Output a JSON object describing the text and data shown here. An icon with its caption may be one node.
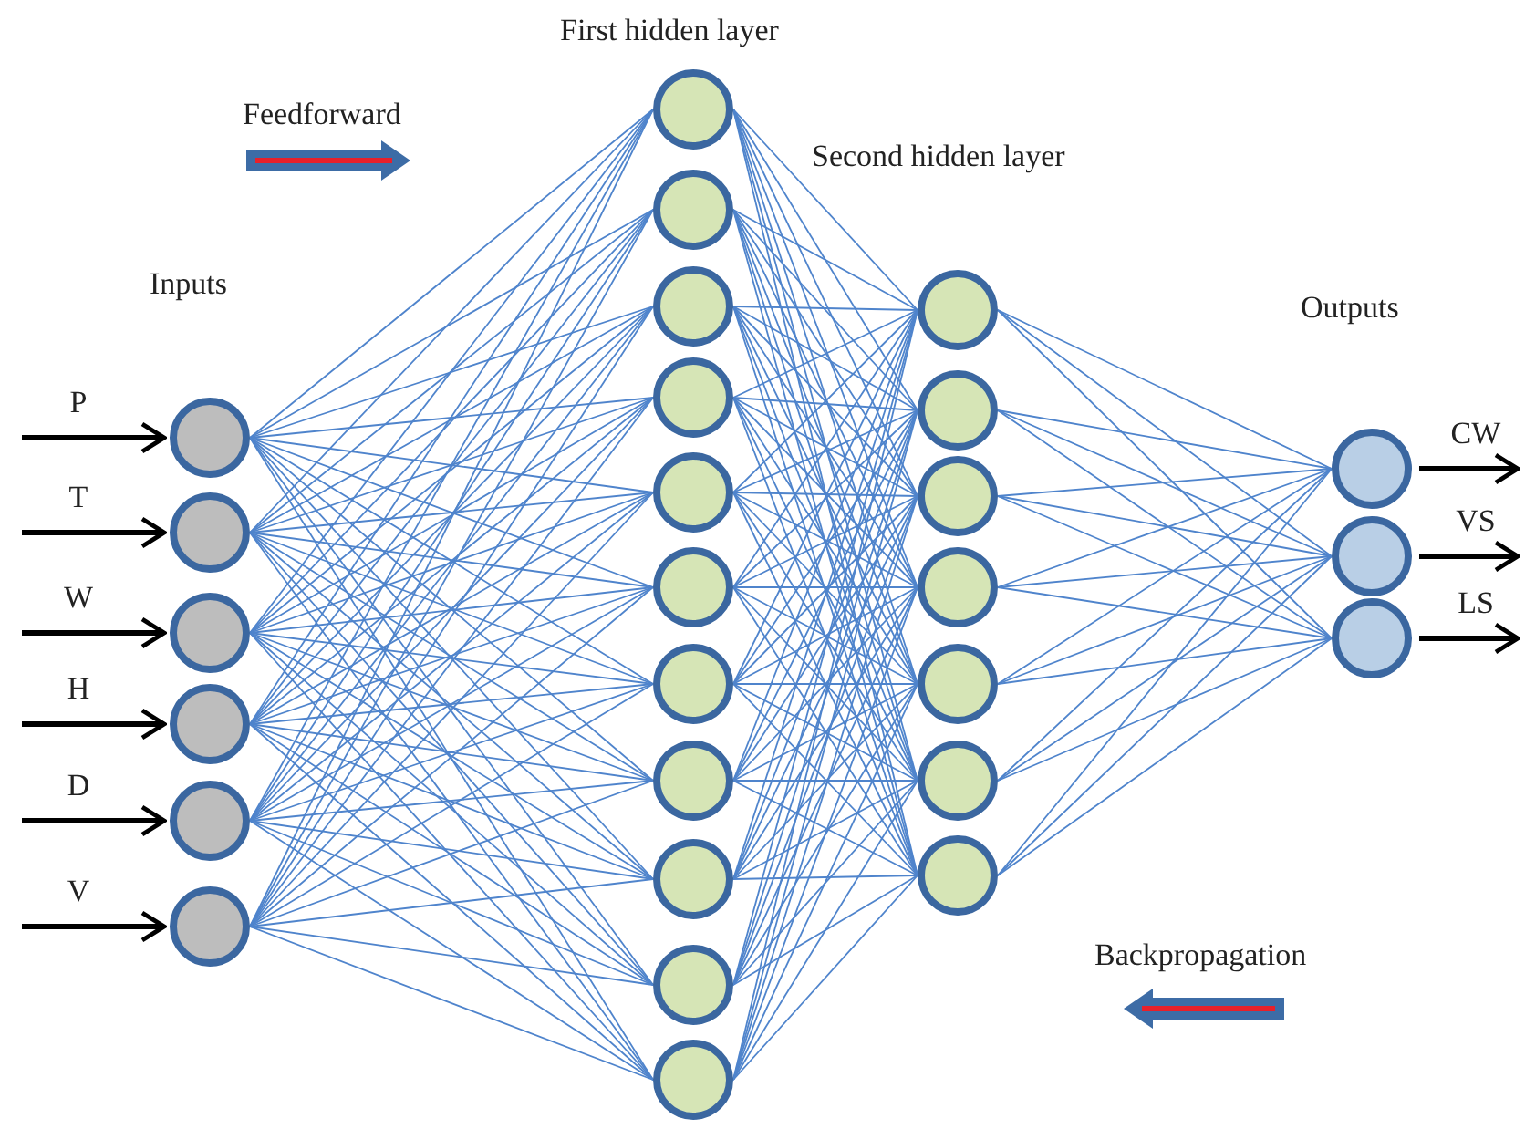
{
  "diagram": {
    "nodes": [
      {
        "text": [],
        "shape": "circle"
      },
      {
        "text": [],
        "shape": "circle"
      },
      {
        "text": [],
        "shape": "circle"
      },
      {
        "text": [],
        "shape": "circle"
      },
      {
        "text": [],
        "shape": "circle"
      },
      {
        "text": [],
        "shape": "circle"
      },
      {
        "text": [],
        "shape": "circle"
      },
      {
        "text": [],
        "shape": "circle"
      },
      {
        "text": [],
        "shape": "circle"
      },
      {
        "text": [],
        "shape": "circle"
      },
      {
        "text": [],
        "shape": "circle"
      },
      {
        "text": [],
        "shape": "circle"
      },
      {
        "text": [],
        "shape": "circle"
      },
      {
        "text": [],
        "shape": "circle"
      },
      {
        "text": [],
        "shape": "circle"
      },
      {
        "text": [],
        "shape": "circle"
      },
      {
        "text": [],
        "shape": "circle"
      },
      {
        "text": [],
        "shape": "circle"
      },
      {
        "text": [],
        "shape": "circle"
      },
      {
        "text": [],
        "shape": "circle"
      },
      {
        "text": [],
        "shape": "circle"
      },
      {
        "text": [],
        "shape": "circle"
      },
      {
        "text": [],
        "shape": "circle"
      },
      {
        "text": [],
        "shape": "circle"
      },
      {
        "text": [],
        "shape": "circle"
      },
      {
        "text": [],
        "shape": "circle"
      },
      {
        "text": [],
        "shape": "circle"
      }
    ],
    "edges": [
      {
        "from": null,
        "to": 0,
        "arrow": "to",
        "label": "P",
        "style": "thick",
        "color": "#000000"
      },
      {
        "from": null,
        "to": 1,
        "arrow": "to",
        "label": "T",
        "style": "thick",
        "color": "#000000"
      },
      {
        "from": null,
        "to": 2,
        "arrow": "to",
        "label": "W",
        "style": "thick",
        "color": "#000000"
      },
      {
        "from": null,
        "to": 3,
        "arrow": "to",
        "label": "H",
        "style": "thick",
        "color": "#000000"
      },
      {
        "from": null,
        "to": 4,
        "arrow": "to",
        "label": "D",
        "style": "thick",
        "color": "#000000"
      },
      {
        "from": null,
        "to": 5,
        "arrow": "to",
        "label": "V",
        "style": "thick",
        "color": "#000000"
      },
      {
        "from": 0,
        "to": 6,
        "arrow": "none"
      },
      {
        "from": 0,
        "to": 7,
        "arrow": "none"
      },
      {
        "from": 0,
        "to": 8,
        "arrow": "none"
      },
      {
        "from": 0,
        "to": 9,
        "arrow": "none"
      },
      {
        "from": 0,
        "to": 10,
        "arrow": "none"
      },
      {
        "from": 0,
        "to": 11,
        "arrow": "none"
      },
      {
        "from": 0,
        "to": 12,
        "arrow": "none"
      },
      {
        "from": 0,
        "to": 13,
        "arrow": "none"
      },
      {
        "from": 0,
        "to": 14,
        "arrow": "none"
      },
      {
        "from": 0,
        "to": 15,
        "arrow": "none"
      },
      {
        "from": 0,
        "to": 16,
        "arrow": "none"
      },
      {
        "from": 1,
        "to": 6,
        "arrow": "none"
      },
      {
        "from": 1,
        "to": 7,
        "arrow": "none"
      },
      {
        "from": 1,
        "to": 8,
        "arrow": "none"
      },
      {
        "from": 1,
        "to": 9,
        "arrow": "none"
      },
      {
        "from": 1,
        "to": 10,
        "arrow": "none"
      },
      {
        "from": 1,
        "to": 11,
        "arrow": "none"
      },
      {
        "from": 1,
        "to": 12,
        "arrow": "none"
      },
      {
        "from": 1,
        "to": 13,
        "arrow": "none"
      },
      {
        "from": 1,
        "to": 14,
        "arrow": "none"
      },
      {
        "from": 1,
        "to": 15,
        "arrow": "none"
      },
      {
        "from": 1,
        "to": 16,
        "arrow": "none"
      },
      {
        "from": 2,
        "to": 6,
        "arrow": "none"
      },
      {
        "from": 2,
        "to": 7,
        "arrow": "none"
      },
      {
        "from": 2,
        "to": 8,
        "arrow": "none"
      },
      {
        "from": 2,
        "to": 9,
        "arrow": "none"
      },
      {
        "from": 2,
        "to": 10,
        "arrow": "none"
      },
      {
        "from": 2,
        "to": 11,
        "arrow": "none"
      },
      {
        "from": 2,
        "to": 12,
        "arrow": "none"
      },
      {
        "from": 2,
        "to": 13,
        "arrow": "none"
      },
      {
        "from": 2,
        "to": 14,
        "arrow": "none"
      },
      {
        "from": 2,
        "to": 15,
        "arrow": "none"
      },
      {
        "from": 2,
        "to": 16,
        "arrow": "none"
      },
      {
        "from": 3,
        "to": 6,
        "arrow": "none"
      },
      {
        "from": 3,
        "to": 7,
        "arrow": "none"
      },
      {
        "from": 3,
        "to": 8,
        "arrow": "none"
      },
      {
        "from": 3,
        "to": 9,
        "arrow": "none"
      },
      {
        "from": 3,
        "to": 10,
        "arrow": "none"
      },
      {
        "from": 3,
        "to": 11,
        "arrow": "none"
      },
      {
        "from": 3,
        "to": 12,
        "arrow": "none"
      },
      {
        "from": 3,
        "to": 13,
        "arrow": "none"
      },
      {
        "from": 3,
        "to": 14,
        "arrow": "none"
      },
      {
        "from": 3,
        "to": 15,
        "arrow": "none"
      },
      {
        "from": 3,
        "to": 16,
        "arrow": "none"
      },
      {
        "from": 4,
        "to": 6,
        "arrow": "none"
      },
      {
        "from": 4,
        "to": 7,
        "arrow": "none"
      },
      {
        "from": 4,
        "to": 8,
        "arrow": "none"
      },
      {
        "from": 4,
        "to": 9,
        "arrow": "none"
      },
      {
        "from": 4,
        "to": 10,
        "arrow": "none"
      },
      {
        "from": 4,
        "to": 11,
        "arrow": "none"
      },
      {
        "from": 4,
        "to": 12,
        "arrow": "none"
      },
      {
        "from": 4,
        "to": 13,
        "arrow": "none"
      },
      {
        "from": 4,
        "to": 14,
        "arrow": "none"
      },
      {
        "from": 4,
        "to": 15,
        "arrow": "none"
      },
      {
        "from": 4,
        "to": 16,
        "arrow": "none"
      },
      {
        "from": 5,
        "to": 6,
        "arrow": "none"
      },
      {
        "from": 5,
        "to": 7,
        "arrow": "none"
      },
      {
        "from": 5,
        "to": 8,
        "arrow": "none"
      },
      {
        "from": 5,
        "to": 9,
        "arrow": "none"
      },
      {
        "from": 5,
        "to": 10,
        "arrow": "none"
      },
      {
        "from": 5,
        "to": 11,
        "arrow": "none"
      },
      {
        "from": 5,
        "to": 12,
        "arrow": "none"
      },
      {
        "from": 5,
        "to": 13,
        "arrow": "none"
      },
      {
        "from": 5,
        "to": 14,
        "arrow": "none"
      },
      {
        "from": 5,
        "to": 15,
        "arrow": "none"
      },
      {
        "from": 5,
        "to": 16,
        "arrow": "none"
      },
      {
        "from": 6,
        "to": 17,
        "arrow": "none"
      },
      {
        "from": 6,
        "to": 18,
        "arrow": "none"
      },
      {
        "from": 6,
        "to": 19,
        "arrow": "none"
      },
      {
        "from": 6,
        "to": 20,
        "arrow": "none"
      },
      {
        "from": 6,
        "to": 21,
        "arrow": "none"
      },
      {
        "from": 6,
        "to": 22,
        "arrow": "none"
      },
      {
        "from": 6,
        "to": 23,
        "arrow": "none"
      },
      {
        "from": 7,
        "to": 17,
        "arrow": "none"
      },
      {
        "from": 7,
        "to": 18,
        "arrow": "none"
      },
      {
        "from": 7,
        "to": 19,
        "arrow": "none"
      },
      {
        "from": 7,
        "to": 20,
        "arrow": "none"
      },
      {
        "from": 7,
        "to": 21,
        "arrow": "none"
      },
      {
        "from": 7,
        "to": 22,
        "arrow": "none"
      },
      {
        "from": 7,
        "to": 23,
        "arrow": "none"
      },
      {
        "from": 8,
        "to": 17,
        "arrow": "none"
      },
      {
        "from": 8,
        "to": 18,
        "arrow": "none"
      },
      {
        "from": 8,
        "to": 19,
        "arrow": "none"
      },
      {
        "from": 8,
        "to": 20,
        "arrow": "none"
      },
      {
        "from": 8,
        "to": 21,
        "arrow": "none"
      },
      {
        "from": 8,
        "to": 22,
        "arrow": "none"
      },
      {
        "from": 8,
        "to": 23,
        "arrow": "none"
      },
      {
        "from": 9,
        "to": 17,
        "arrow": "none"
      },
      {
        "from": 9,
        "to": 18,
        "arrow": "none"
      },
      {
        "from": 9,
        "to": 19,
        "arrow": "none"
      },
      {
        "from": 9,
        "to": 20,
        "arrow": "none"
      },
      {
        "from": 9,
        "to": 21,
        "arrow": "none"
      },
      {
        "from": 9,
        "to": 22,
        "arrow": "none"
      },
      {
        "from": 9,
        "to": 23,
        "arrow": "none"
      },
      {
        "from": 10,
        "to": 17,
        "arrow": "none"
      },
      {
        "from": 10,
        "to": 18,
        "arrow": "none"
      },
      {
        "from": 10,
        "to": 19,
        "arrow": "none"
      },
      {
        "from": 10,
        "to": 20,
        "arrow": "none"
      },
      {
        "from": 10,
        "to": 21,
        "arrow": "none"
      },
      {
        "from": 10,
        "to": 22,
        "arrow": "none"
      },
      {
        "from": 10,
        "to": 23,
        "arrow": "none"
      },
      {
        "from": 11,
        "to": 17,
        "arrow": "none"
      },
      {
        "from": 11,
        "to": 18,
        "arrow": "none"
      },
      {
        "from": 11,
        "to": 19,
        "arrow": "none"
      },
      {
        "from": 11,
        "to": 20,
        "arrow": "none"
      },
      {
        "from": 11,
        "to": 21,
        "arrow": "none"
      },
      {
        "from": 11,
        "to": 22,
        "arrow": "none"
      },
      {
        "from": 11,
        "to": 23,
        "arrow": "none"
      },
      {
        "from": 12,
        "to": 17,
        "arrow": "none"
      },
      {
        "from": 12,
        "to": 18,
        "arrow": "none"
      },
      {
        "from": 12,
        "to": 19,
        "arrow": "none"
      },
      {
        "from": 12,
        "to": 20,
        "arrow": "none"
      },
      {
        "from": 12,
        "to": 21,
        "arrow": "none"
      },
      {
        "from": 12,
        "to": 22,
        "arrow": "none"
      },
      {
        "from": 12,
        "to": 23,
        "arrow": "none"
      },
      {
        "from": 13,
        "to": 17,
        "arrow": "none"
      },
      {
        "from": 13,
        "to": 18,
        "arrow": "none"
      },
      {
        "from": 13,
        "to": 19,
        "arrow": "none"
      },
      {
        "from": 13,
        "to": 20,
        "arrow": "none"
      },
      {
        "from": 13,
        "to": 21,
        "arrow": "none"
      },
      {
        "from": 13,
        "to": 22,
        "arrow": "none"
      },
      {
        "from": 13,
        "to": 23,
        "arrow": "none"
      },
      {
        "from": 14,
        "to": 17,
        "arrow": "none"
      },
      {
        "from": 14,
        "to": 18,
        "arrow": "none"
      },
      {
        "from": 14,
        "to": 19,
        "arrow": "none"
      },
      {
        "from": 14,
        "to": 20,
        "arrow": "none"
      },
      {
        "from": 14,
        "to": 21,
        "arrow": "none"
      },
      {
        "from": 14,
        "to": 22,
        "arrow": "none"
      },
      {
        "from": 14,
        "to": 23,
        "arrow": "none"
      },
      {
        "from": 15,
        "to": 17,
        "arrow": "none"
      },
      {
        "from": 15,
        "to": 18,
        "arrow": "none"
      },
      {
        "from": 15,
        "to": 19,
        "arrow": "none"
      },
      {
        "from": 15,
        "to": 20,
        "arrow": "none"
      },
      {
        "from": 15,
        "to": 21,
        "arrow": "none"
      },
      {
        "from": 15,
        "to": 22,
        "arrow": "none"
      },
      {
        "from": 15,
        "to": 23,
        "arrow": "none"
      },
      {
        "from": 16,
        "to": 17,
        "arrow": "none"
      },
      {
        "from": 16,
        "to": 18,
        "arrow": "none"
      },
      {
        "from": 16,
        "to": 19,
        "arrow": "none"
      },
      {
        "from": 16,
        "to": 20,
        "arrow": "none"
      },
      {
        "from": 16,
        "to": 21,
        "arrow": "none"
      },
      {
        "from": 16,
        "to": 22,
        "arrow": "none"
      },
      {
        "from": 16,
        "to": 23,
        "arrow": "none"
      },
      {
        "from": 17,
        "to": 24,
        "arrow": "none"
      },
      {
        "from": 17,
        "to": 25,
        "arrow": "none"
      },
      {
        "from": 17,
        "to": 26,
        "arrow": "none"
      },
      {
        "from": 18,
        "to": 24,
        "arrow": "none"
      },
      {
        "from": 18,
        "to": 25,
        "arrow": "none"
      },
      {
        "from": 18,
        "to": 26,
        "arrow": "none"
      },
      {
        "from": 19,
        "to": 24,
        "arrow": "none"
      },
      {
        "from": 19,
        "to": 25,
        "arrow": "none"
      },
      {
        "from": 19,
        "to": 26,
        "arrow": "none"
      },
      {
        "from": 20,
        "to": 24,
        "arrow": "none"
      },
      {
        "from": 20,
        "to": 25,
        "arrow": "none"
      },
      {
        "from": 20,
        "to": 26,
        "arrow": "none"
      },
      {
        "from": 21,
        "to": 24,
        "arrow": "none"
      },
      {
        "from": 21,
        "to": 25,
        "arrow": "none"
      },
      {
        "from": 21,
        "to": 26,
        "arrow": "none"
      },
      {
        "from": 22,
        "to": 24,
        "arrow": "none"
      },
      {
        "from": 22,
        "to": 25,
        "arrow": "none"
      },
      {
        "from": 22,
        "to": 26,
        "arrow": "none"
      },
      {
        "from": 23,
        "to": 24,
        "arrow": "none"
      },
      {
        "from": 23,
        "to": 25,
        "arrow": "none"
      },
      {
        "from": 23,
        "to": 26,
        "arrow": "none"
      },
      {
        "from": 24,
        "to": null,
        "arrow": "to",
        "label": "CW",
        "style": "thick",
        "color": "#000000"
      },
      {
        "from": 25,
        "to": null,
        "arrow": "to",
        "label": "VS",
        "style": "thick",
        "color": "#000000"
      },
      {
        "from": 26,
        "to": null,
        "arrow": "to",
        "label": "LS",
        "style": "thick",
        "color": "#000000"
      }
    ],
    "labels": [
      "First hidden layer",
      "Feedforward",
      "Second hidden layer",
      "Inputs",
      "Outputs",
      "Backpropagation"
    ]
  }
}
